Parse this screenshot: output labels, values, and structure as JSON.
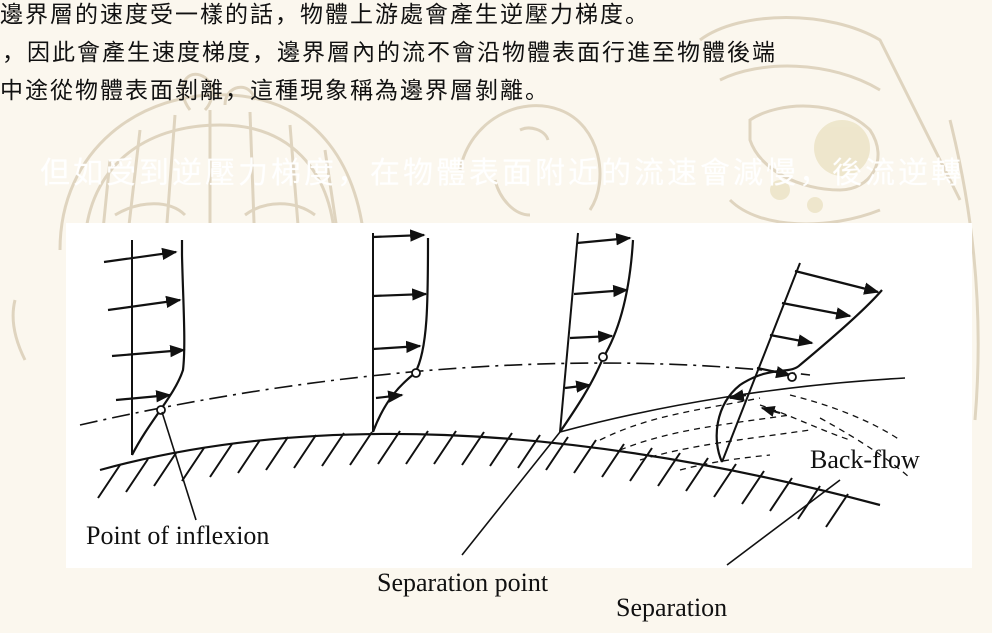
{
  "text": {
    "line1": "邊界層的速度受一樣的話，物體上游處會產生逆壓力梯度。",
    "line2": "，因此會產生速度梯度，邊界層內的流不會沿物體表面行進至物體後端",
    "line3": "中途從物體表面剝離，這種現象稱為邊界層剝離。",
    "overlay": "但如受到逆壓力梯度，在物體表面附近的流速會減慢，後流逆轉"
  },
  "diagram": {
    "labels": {
      "inflexion": "Point of inflexion",
      "separation_point": "Separation point",
      "separation": "Separation",
      "back_flow": "Back-flow"
    }
  },
  "colors": {
    "ink": "#111111",
    "page": "#fbf7ee",
    "sketch": "#c9b99a",
    "text_highlight": "#2a56c6"
  }
}
